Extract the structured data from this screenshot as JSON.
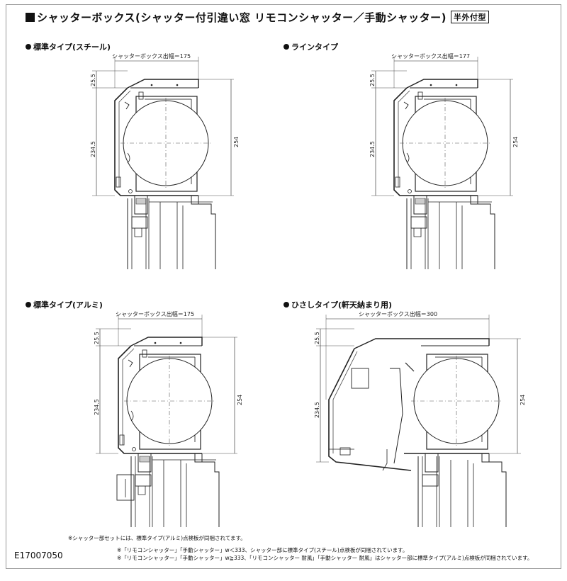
{
  "title": "シャッターボックス(シャッター付引違い窓 リモコンシャッター／手動シャッター)",
  "title_tag": "半外付型",
  "panels": [
    {
      "label": "標準タイプ(スチール)",
      "width_label": "シャッターボックス出幅＝175",
      "top_dim": "25.5",
      "left_dim": "234.5",
      "right_dim": "254"
    },
    {
      "label": "ラインタイプ",
      "width_label": "シャッターボックス出幅＝177",
      "top_dim": "25.5",
      "left_dim": "234.5",
      "right_dim": "254"
    },
    {
      "label": "標準タイプ(アルミ)",
      "width_label": "シャッターボックス出幅＝175",
      "top_dim": "25.5",
      "left_dim": "234.5",
      "right_dim": "254"
    },
    {
      "label": "ひさしタイプ(軒天納まり用)",
      "width_label": "シャッターボックス出幅＝300",
      "top_dim": "25.5",
      "left_dim": "234.5",
      "right_dim": "254"
    }
  ],
  "notes": {
    "note1": "※シャッター部セットには、標準タイプ(アルミ)点検板が同梱されてます。",
    "note2": "※「リモコンシャッター」「手動シャッター」w＜333、シャッター部に標準タイプ(スチール)点検板が同梱されています。",
    "note3": "※「リモコンシャッター」「手動シャッター」w≧333、「リモコンシャッター 耐風」「手動シャッター 耐風」はシャッター部に標準タイプ(アルミ)点検板が同梱されています。"
  },
  "doc_code": "E17007050"
}
